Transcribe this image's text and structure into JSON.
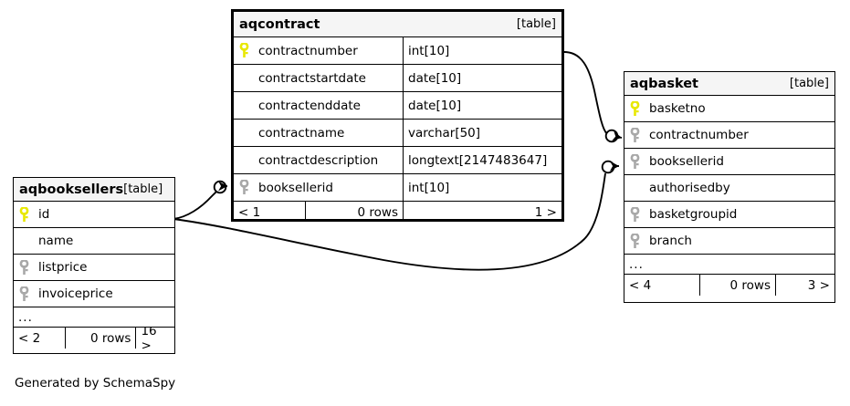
{
  "diagram": {
    "generator_note": "Generated by SchemaSpy",
    "table_tag": "[table]",
    "ellipsis": "...",
    "rows_label": "0 rows",
    "colors": {
      "primary_key": "#e8e800",
      "indexed_key": "#a8a8a8",
      "header_bg": "#f5f5f5",
      "border": "#000000",
      "background": "#ffffff"
    }
  },
  "tables": [
    {
      "id": "aqbooksellers",
      "name": "aqbooksellers",
      "tag": "[table]",
      "focal": false,
      "columns": [
        {
          "name": "id",
          "key": "primary",
          "type": ""
        },
        {
          "name": "name",
          "key": "none",
          "type": ""
        },
        {
          "name": "listprice",
          "key": "indexed",
          "type": ""
        },
        {
          "name": "invoiceprice",
          "key": "indexed",
          "type": ""
        }
      ],
      "has_ellipsis": true,
      "footer": {
        "left": "< 2",
        "middle": "0 rows",
        "right": "16 >"
      }
    },
    {
      "id": "aqcontract",
      "name": "aqcontract",
      "tag": "[table]",
      "focal": true,
      "columns": [
        {
          "name": "contractnumber",
          "key": "primary",
          "type": "int[10]"
        },
        {
          "name": "contractstartdate",
          "key": "none",
          "type": "date[10]"
        },
        {
          "name": "contractenddate",
          "key": "none",
          "type": "date[10]"
        },
        {
          "name": "contractname",
          "key": "none",
          "type": "varchar[50]"
        },
        {
          "name": "contractdescription",
          "key": "none",
          "type": "longtext[2147483647]"
        },
        {
          "name": "booksellerid",
          "key": "indexed",
          "type": "int[10]"
        }
      ],
      "has_ellipsis": false,
      "footer": {
        "left": "< 1",
        "middle": "0 rows",
        "right": "1 >"
      }
    },
    {
      "id": "aqbasket",
      "name": "aqbasket",
      "tag": "[table]",
      "focal": false,
      "columns": [
        {
          "name": "basketno",
          "key": "primary",
          "type": ""
        },
        {
          "name": "contractnumber",
          "key": "indexed",
          "type": ""
        },
        {
          "name": "booksellerid",
          "key": "indexed",
          "type": ""
        },
        {
          "name": "authorisedby",
          "key": "none",
          "type": ""
        },
        {
          "name": "basketgroupid",
          "key": "indexed",
          "type": ""
        },
        {
          "name": "branch",
          "key": "indexed",
          "type": ""
        }
      ],
      "has_ellipsis": true,
      "footer": {
        "left": "< 4",
        "middle": "0 rows",
        "right": "3 >"
      }
    }
  ],
  "relationships": [
    {
      "from": "aqcontract.contractnumber",
      "to": "aqbasket.contractnumber"
    },
    {
      "from": "aqbooksellers.id",
      "to": "aqcontract.booksellerid"
    },
    {
      "from": "aqbooksellers.id",
      "to": "aqbasket.booksellerid"
    }
  ]
}
